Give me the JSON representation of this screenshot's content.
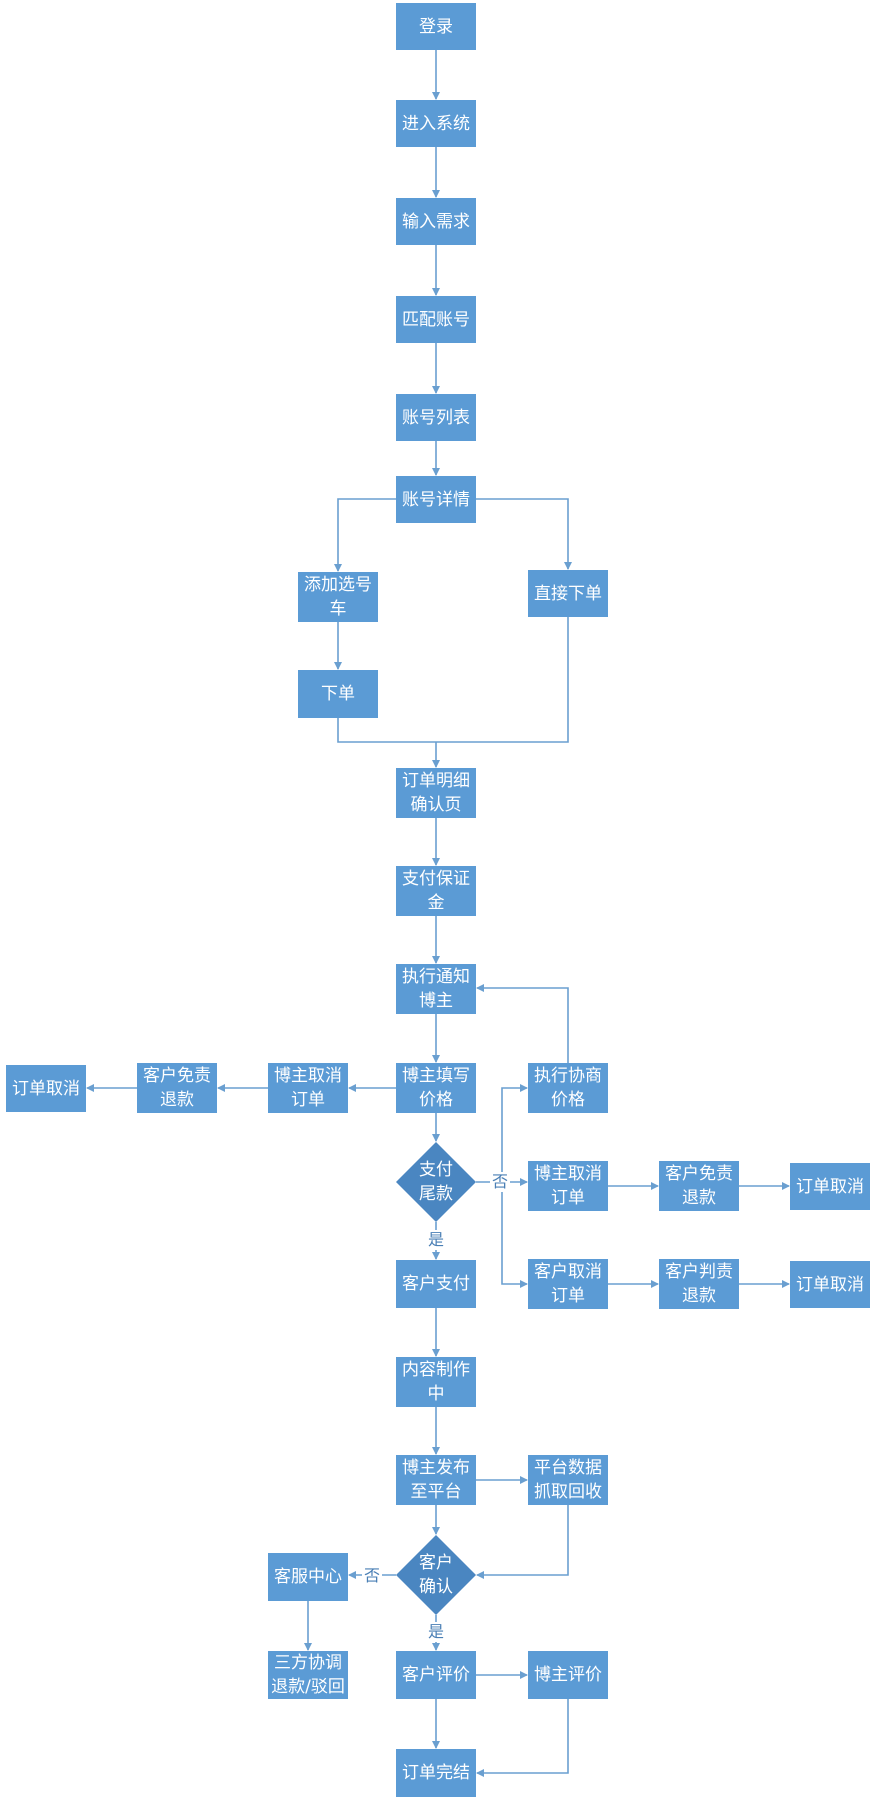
{
  "nodes": {
    "login": "登录",
    "enter_system": "进入系统",
    "input_needs": "输入需求",
    "match_account": "匹配账号",
    "account_list": "账号列表",
    "account_detail": "账号详情",
    "add_to_cart": "添加选号车",
    "direct_order": "直接下单",
    "place_order": "下单",
    "order_confirm": "订单明细确认页",
    "pay_deposit": "支付保证金",
    "notify_blogger": "执行通知博主",
    "blogger_price": "博主填写价格",
    "negotiate_price": "执行协商价格",
    "blogger_cancel_left": "博主取消订单",
    "client_refund_free_left": "客户免责退款",
    "order_cancel_left": "订单取消",
    "pay_balance": "支付尾款",
    "blogger_cancel_right": "博主取消订单",
    "client_refund_free_right": "客户免责退款",
    "order_cancel_right1": "订单取消",
    "client_cancel": "客户取消订单",
    "client_refund_liable": "客户判责退款",
    "order_cancel_right2": "订单取消",
    "client_pay": "客户支付",
    "content_making": "内容制作中",
    "blogger_publish": "博主发布至平台",
    "platform_data": "平台数据抓取回收",
    "client_confirm": "客户确认",
    "service_center": "客服中心",
    "third_party": "三方协调退款/驳回",
    "client_review": "客户评价",
    "blogger_review": "博主评价",
    "order_complete": "订单完结"
  },
  "edge_labels": {
    "pay_no": "否",
    "pay_yes": "是",
    "confirm_no": "否",
    "confirm_yes": "是"
  },
  "colors": {
    "node_fill": "#5b9bd5",
    "diamond_fill": "#4a86c1",
    "line": "#6a9fd0",
    "text": "#ffffff"
  }
}
